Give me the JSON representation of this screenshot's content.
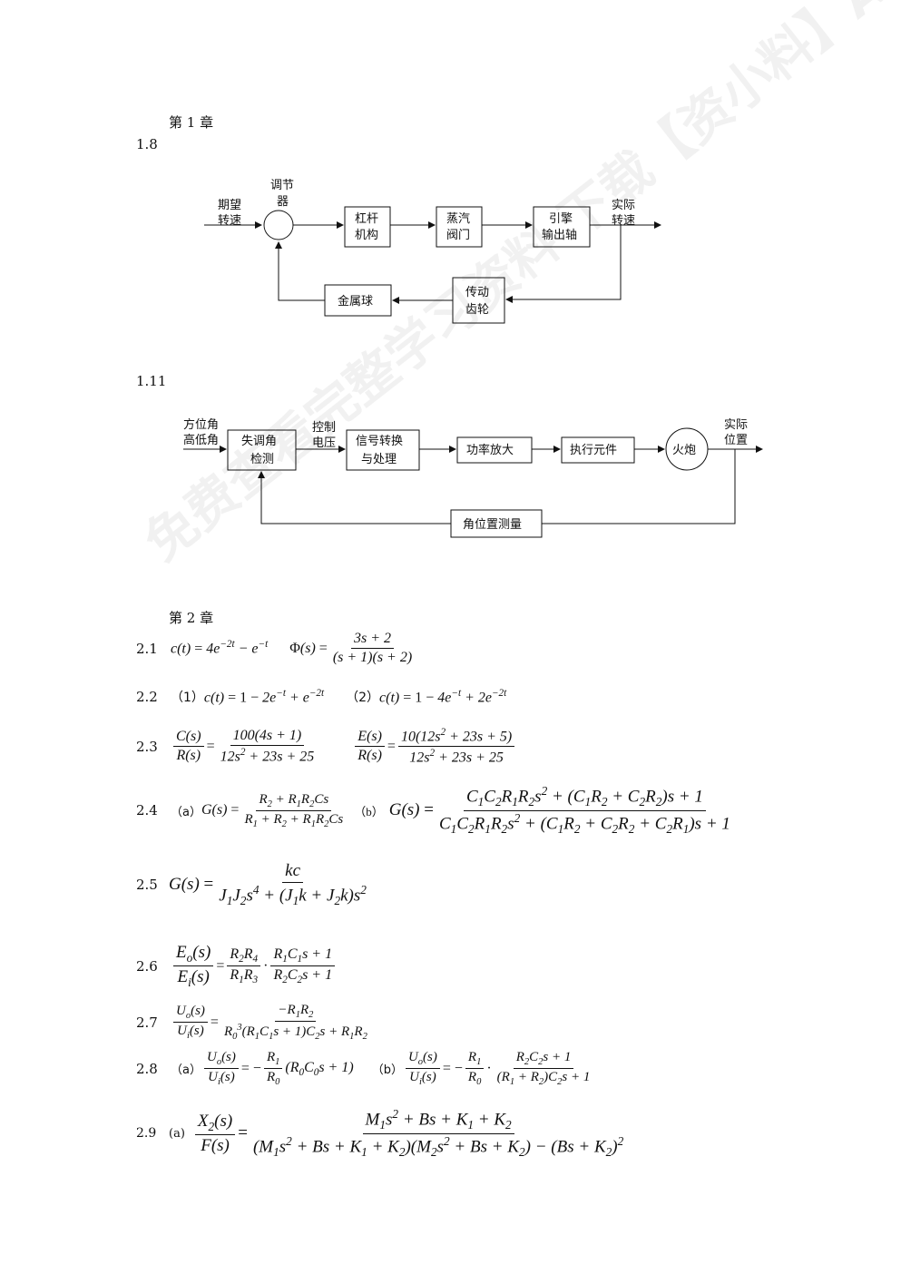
{
  "chapter1": {
    "title": "第 1 章",
    "p1_8": {
      "num": "1.8",
      "input": [
        "期望",
        "转速"
      ],
      "controller": [
        "调节",
        "器"
      ],
      "blocks": [
        [
          "杠杆",
          "机构"
        ],
        [
          "蒸汽",
          "阀门"
        ],
        [
          "引擎",
          "输出轴"
        ]
      ],
      "output": [
        "实际",
        "转速"
      ],
      "feedback": [
        [
          "传动",
          "齿轮"
        ],
        [
          "金属球"
        ]
      ]
    },
    "p1_11": {
      "num": "1.11",
      "input": [
        "方位角",
        "高低角"
      ],
      "blocks": [
        [
          "失调角",
          "检测"
        ],
        [
          "信号转换",
          "与处理"
        ],
        [
          "功率放大"
        ],
        [
          "执行元件"
        ],
        [
          "火炮"
        ]
      ],
      "signal": [
        "控制",
        "电压"
      ],
      "output": [
        "实际",
        "位置"
      ],
      "feedback": "角位置测量"
    }
  },
  "chapter2": {
    "title": "第 2 章",
    "labels": {
      "n2_1": "2.1",
      "n2_2": "2.2",
      "n2_3": "2.3",
      "n2_4": "2.4",
      "n2_5": "2.5",
      "n2_6": "2.6",
      "n2_7": "2.7",
      "n2_8": "2.8",
      "n2_9": "2.9",
      "p1": "（1）",
      "p2": "（2）",
      "a": "（a）",
      "b": "（b）",
      "a2": "（a）",
      "b2": "（b）",
      "a3": "(a)"
    }
  },
  "watermark": "免费查看完整学习资料 下载【资小料】APP"
}
